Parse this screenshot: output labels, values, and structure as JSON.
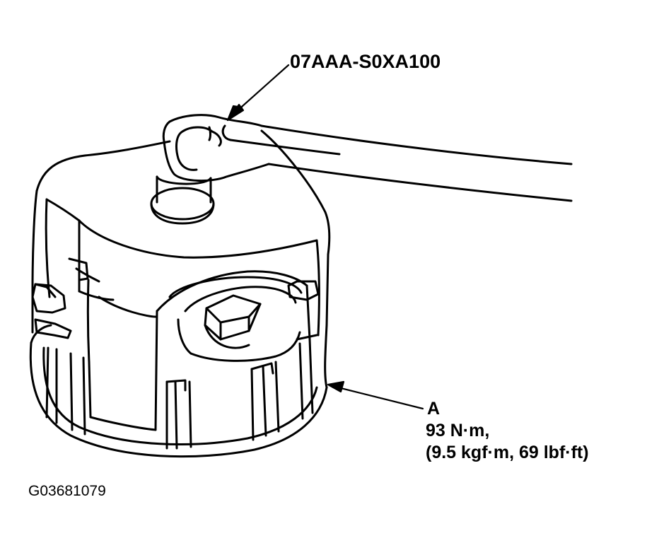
{
  "labels": {
    "tool_part_number": "07AAA-S0XA100",
    "callout_letter": "A",
    "torque_primary": "93 N·m,",
    "torque_secondary": "(9.5 kgf·m, 69 lbf·ft)",
    "figure_id": "G03681079"
  },
  "colors": {
    "line": "#000000",
    "background": "#ffffff"
  }
}
